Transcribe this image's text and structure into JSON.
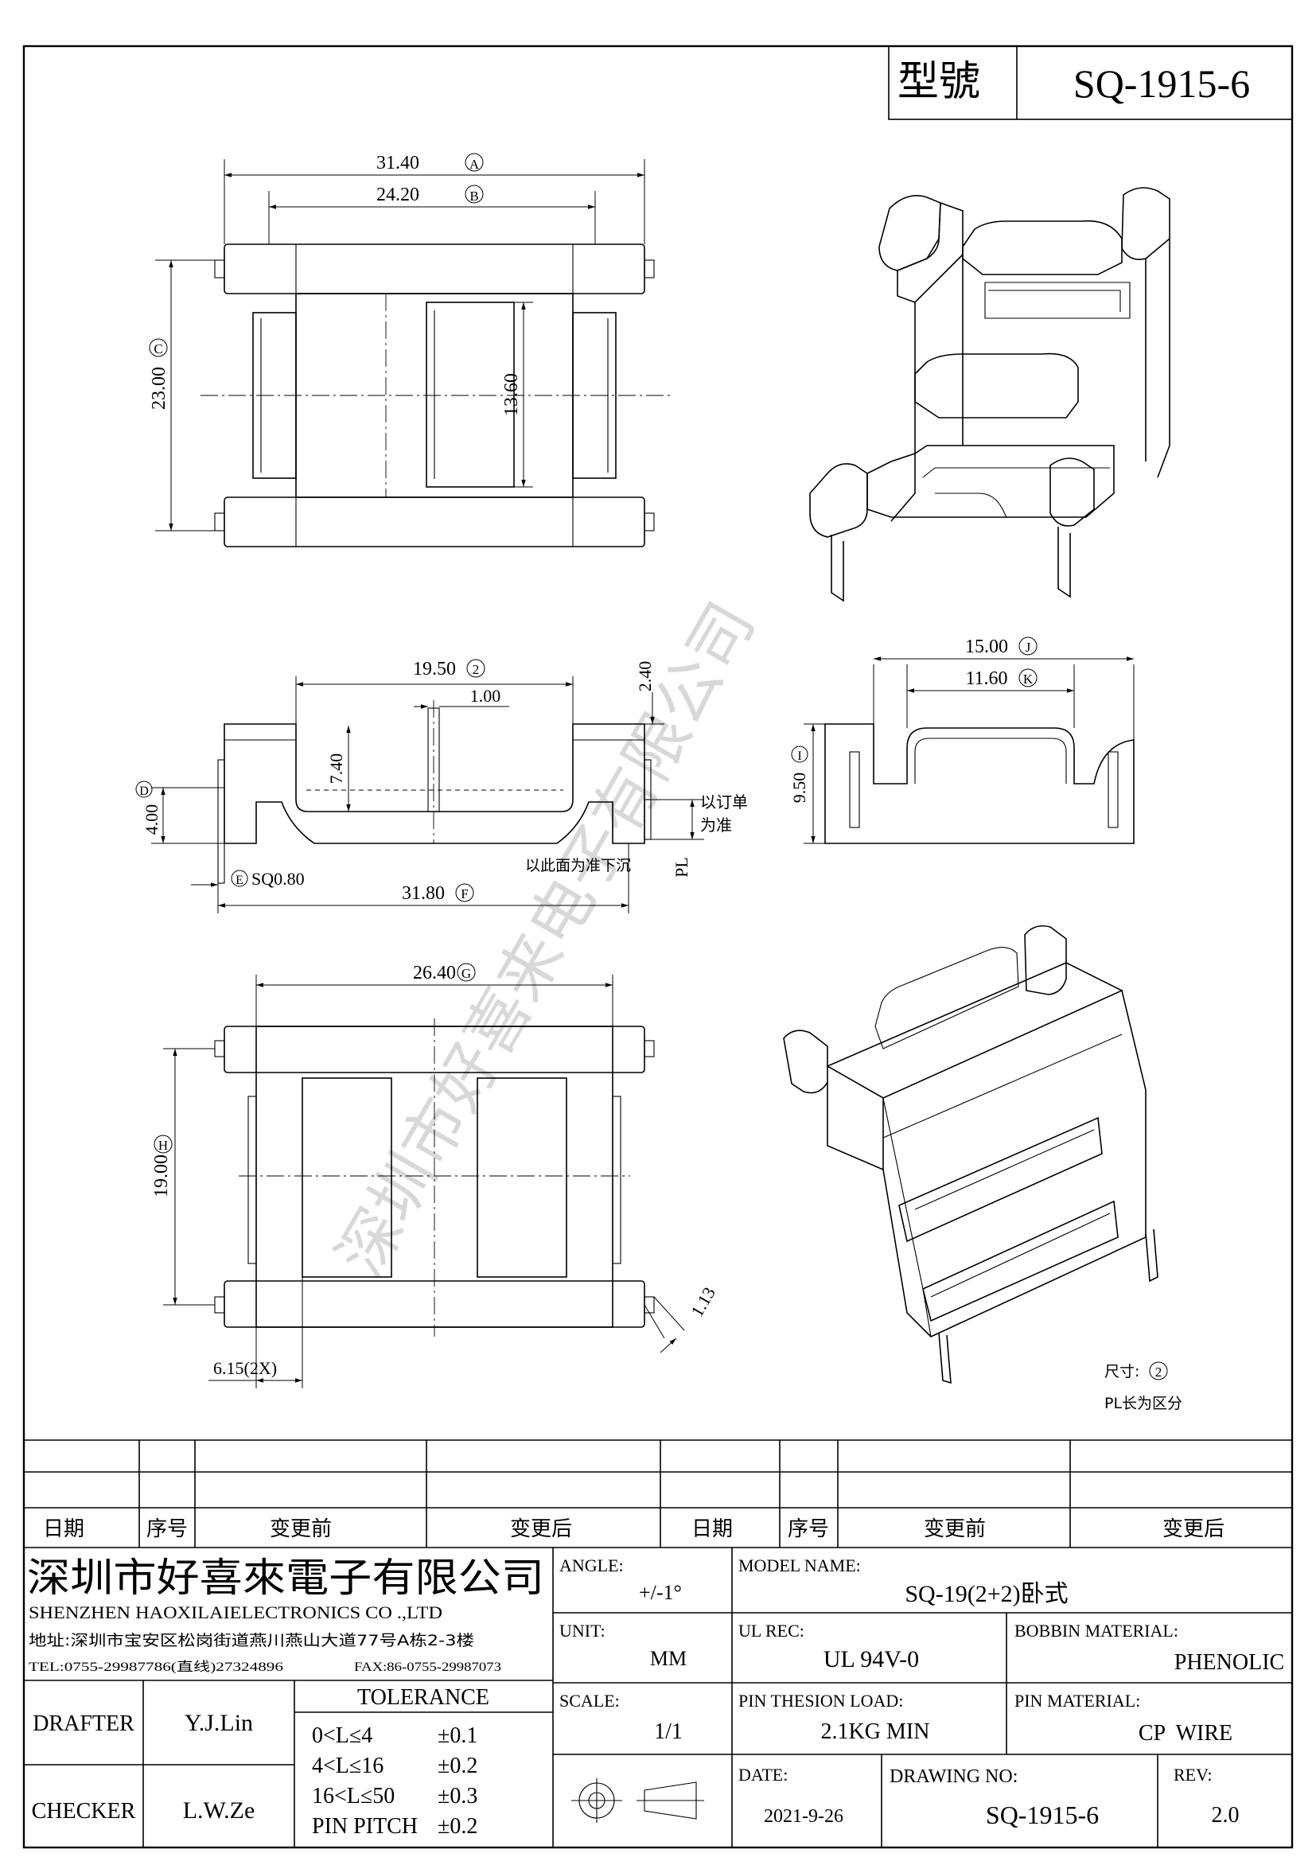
{
  "model_header": {
    "label": "型號",
    "value": "SQ-1915-6"
  },
  "dimensions": {
    "A": "31.40",
    "B": "24.20",
    "C": "23.00",
    "h13": "13.60",
    "d2": "19.50",
    "d240": "2.40",
    "d100": "1.00",
    "d740": "7.40",
    "D": "4.00",
    "E": "SQ0.80",
    "F": "31.80",
    "PL": "PL",
    "J": "15.00",
    "K": "11.60",
    "I": "9.50",
    "G": "26.40",
    "H": "19.00",
    "d113": "1.13",
    "d615": "6.15(2X)"
  },
  "circle_marks": {
    "A": "A",
    "B": "B",
    "C": "C",
    "D": "D",
    "E": "E",
    "F": "F",
    "G": "G",
    "H": "H",
    "I": "I",
    "J": "J",
    "K": "K",
    "n2": "2"
  },
  "notes": {
    "order_line1": "以订单",
    "order_line2": "为准",
    "sink_note": "以此面为准下沉",
    "size_note": "尺寸:",
    "size_ref": "2",
    "pl_note": "PL长为区分"
  },
  "watermark": "深圳市好喜来电子有限公司",
  "revision_table": {
    "headers": [
      "日期",
      "序号",
      "变更前",
      "变更后",
      "日期",
      "序号",
      "变更前",
      "变更后"
    ]
  },
  "company": {
    "name_cn": "深圳市好喜來電子有限公司",
    "name_en": "SHENZHEN HAOXILAIELECTRONICS CO .,LTD",
    "address": "地址:深圳市宝安区松岗街道燕川燕山大道77号A栋2-3楼",
    "tel": "TEL:0755-29987786(直线)27324896",
    "fax": "FAX:86-0755-29987073"
  },
  "drafter": {
    "label": "DRAFTER",
    "value": "Y.J.Lin"
  },
  "checker": {
    "label": "CHECKER",
    "value": "L.W.Ze"
  },
  "tolerance": {
    "title": "TOLERANCE",
    "rows": [
      {
        "range": "0<L≤4",
        "value": "±0.1"
      },
      {
        "range": "4<L≤16",
        "value": "±0.2"
      },
      {
        "range": "16<L≤50",
        "value": "±0.3"
      },
      {
        "range": "PIN PITCH",
        "value": "±0.2"
      }
    ]
  },
  "angle": {
    "label": "ANGLE:",
    "value": "+/-1°"
  },
  "unit": {
    "label": "UNIT:",
    "value": "MM"
  },
  "scale": {
    "label": "SCALE:",
    "value": "1/1"
  },
  "model_name": {
    "label": "MODEL NAME:",
    "value": "SQ-19(2+2)卧式"
  },
  "ul_rec": {
    "label": "UL REC:",
    "value": "UL 94V-0"
  },
  "bobbin_material": {
    "label": "BOBBIN MATERIAL:",
    "value": "PHENOLIC"
  },
  "pin_thesion": {
    "label": "PIN THESION LOAD:",
    "value": "2.1KG MIN"
  },
  "pin_material": {
    "label": "PIN MATERIAL:",
    "value": "CP  WIRE"
  },
  "date": {
    "label": "DATE:",
    "value": "2021-9-26"
  },
  "drawing_no": {
    "label": "DRAWING NO:",
    "value": "SQ-1915-6"
  },
  "rev": {
    "label": "REV:",
    "value": "2.0"
  }
}
